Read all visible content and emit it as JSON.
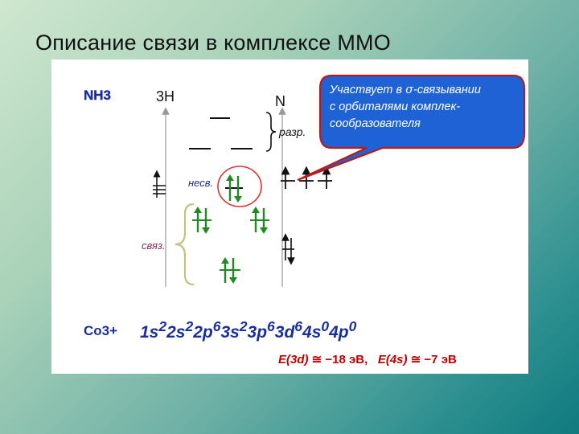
{
  "slide": {
    "title": "Описание связи в комплексе ММО"
  },
  "labels": {
    "nh3": "NH3",
    "three_h": "3H",
    "n": "N",
    "razr": "разр.",
    "nesv": "несв.",
    "svyaz": "связ.",
    "co3": "Co3+"
  },
  "callout": {
    "line1_pre": "Участвует в ",
    "line1_sigma": "σ",
    "line1_post": "-связывании",
    "line2": "с орбиталями комплек-",
    "line3": "сообразователя"
  },
  "electron_config": {
    "parts": [
      {
        "base": "1s",
        "sup": "2"
      },
      {
        "base": "2s",
        "sup": "2"
      },
      {
        "base": "2p",
        "sup": "6"
      },
      {
        "base": "3s",
        "sup": "2"
      },
      {
        "base": "3p",
        "sup": "6"
      },
      {
        "base": "3d",
        "sup": "6"
      },
      {
        "base": "4s",
        "sup": "0"
      },
      {
        "base": "4p",
        "sup": "0"
      }
    ]
  },
  "energies": {
    "e3d_label": "E(3d)",
    "e3d_value": "≅ −18 эВ,",
    "e4s_label": "E(4s)",
    "e4s_value": "≅ −7 эВ"
  },
  "colors": {
    "callout_fill": "#1f62d6",
    "callout_border": "#b71c1c",
    "electron_green": "#1f8a1f",
    "formula_blue": "#1a2f9e",
    "energy_red": "#c00000",
    "svyaz_label": "#8a2c5a"
  }
}
